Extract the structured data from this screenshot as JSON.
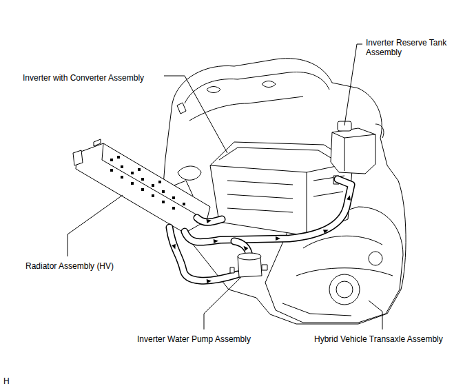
{
  "diagram": {
    "labels": [
      "Inverter Reserve Tank Assembly",
      "Inverter with Converter Assembly",
      "Radiator Assembly (HV)",
      "Inverter Water Pump Assembly",
      "Hybrid Vehicle Transaxle Assembly",
      "H"
    ]
  }
}
